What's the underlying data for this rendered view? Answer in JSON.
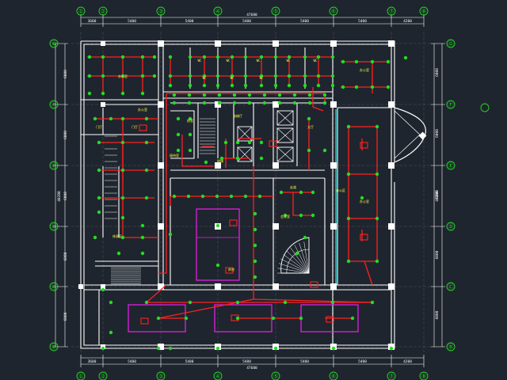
{
  "colors": {
    "background": "#1f252e",
    "wall": "#ffffff",
    "circuit": "#ff2020",
    "fixture": "#22dd22",
    "furniture": "#e020e0",
    "axis_bubble": "#22dd22",
    "text": "#ffff40",
    "cyan": "#00dddd"
  },
  "axes": {
    "top": [
      "①",
      "②",
      "③",
      "④",
      "⑤",
      "⑥",
      "⑦",
      "⑧"
    ],
    "bottom": [
      "①",
      "②",
      "③",
      "④",
      "⑤",
      "⑥",
      "⑦",
      "⑧"
    ],
    "left": [
      "Ⓖ",
      "Ⓕ",
      "Ⓔ",
      "Ⓓ",
      "Ⓒ",
      "Ⓑ"
    ],
    "right": [
      "Ⓖ",
      "Ⓕ",
      "Ⓔ",
      "Ⓓ",
      "Ⓒ",
      "Ⓑ"
    ]
  },
  "dimensions": {
    "top_total": "47600",
    "bottom_total": "47600",
    "top_segments": [
      "3600",
      "5400",
      "5400",
      "5400",
      "5400",
      "5400",
      "4200"
    ],
    "bottom_segments": [
      "3600",
      "5400",
      "5400",
      "5400",
      "5400",
      "5400",
      "4200"
    ],
    "left_total": "40200",
    "right_total": "40200",
    "left_segments": [
      "6000",
      "6000",
      "6000",
      "6000",
      "6000"
    ],
    "right_segments": [
      "6000",
      "6000",
      "6000",
      "6000",
      "6000"
    ]
  },
  "room_labels": [
    "WC",
    "WC",
    "WC",
    "WC",
    "WC",
    "WC",
    "WC",
    "WC",
    "办公室",
    "办公室",
    "办公室",
    "办公室",
    "门厅",
    "门厅",
    "前室",
    "电梯厅",
    "走道",
    "楼梯",
    "大厅",
    "办公区",
    "会议室",
    "休息区",
    "接待室",
    "库房"
  ]
}
